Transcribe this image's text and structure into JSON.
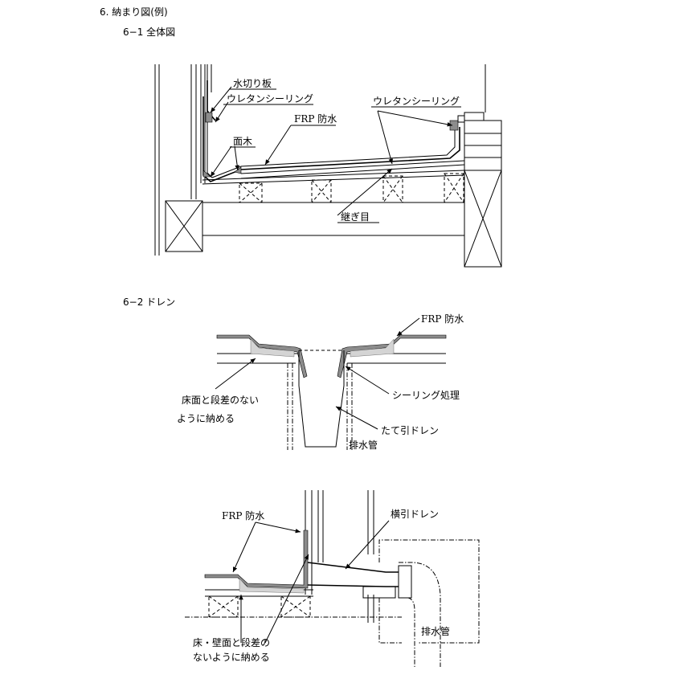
{
  "section": {
    "title": "6. 納まり図(例)"
  },
  "overall": {
    "heading": "6−1 全体図",
    "labels": {
      "flashing": "水切り板",
      "sealing_left": "ウレタンシーリング",
      "sealing_right": "ウレタンシーリング",
      "frp": "FRP 防水",
      "fillet": "面木",
      "joint": "継ぎ目"
    }
  },
  "drain": {
    "heading": "6−2 ドレン",
    "vertical": {
      "frp": "FRP 防水",
      "flush_line1": "床面と段差のない",
      "flush_line2": "ように納める",
      "sealing": "シーリング処理",
      "drain": "たて引ドレン",
      "pipe": "排水管"
    },
    "horizontal": {
      "frp": "FRP 防水",
      "drain": "横引ドレン",
      "pipe": "排水管",
      "flush_line1": "床・壁面と段差の",
      "flush_line2": "ないように納める"
    }
  },
  "colors": {
    "frp_fill": "#8c8c8c",
    "sealant_fill": "#d4d4d4"
  }
}
